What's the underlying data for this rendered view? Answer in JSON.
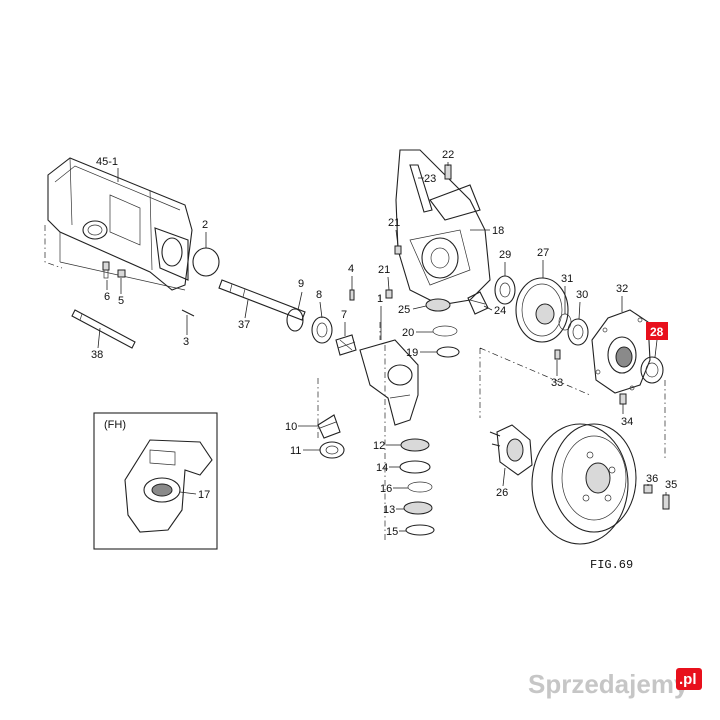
{
  "diagram": {
    "figure_label": "FIG.69",
    "inset_label": "(FH)",
    "highlighted_part": "28",
    "highlight_color": "#e8101c",
    "part_labels": [
      "45-1",
      "2",
      "6",
      "5",
      "3",
      "37",
      "38",
      "9",
      "8",
      "4",
      "7",
      "1",
      "10",
      "11",
      "12",
      "14",
      "16",
      "13",
      "15",
      "22",
      "23",
      "21",
      "18",
      "21",
      "25",
      "20",
      "19",
      "29",
      "24",
      "27",
      "31",
      "30",
      "32",
      "33",
      "34",
      "36",
      "35",
      "26",
      "17"
    ]
  },
  "watermark": {
    "text": "Sprzedajemy",
    "badge": ".pl",
    "badge_color": "#e8101c"
  }
}
